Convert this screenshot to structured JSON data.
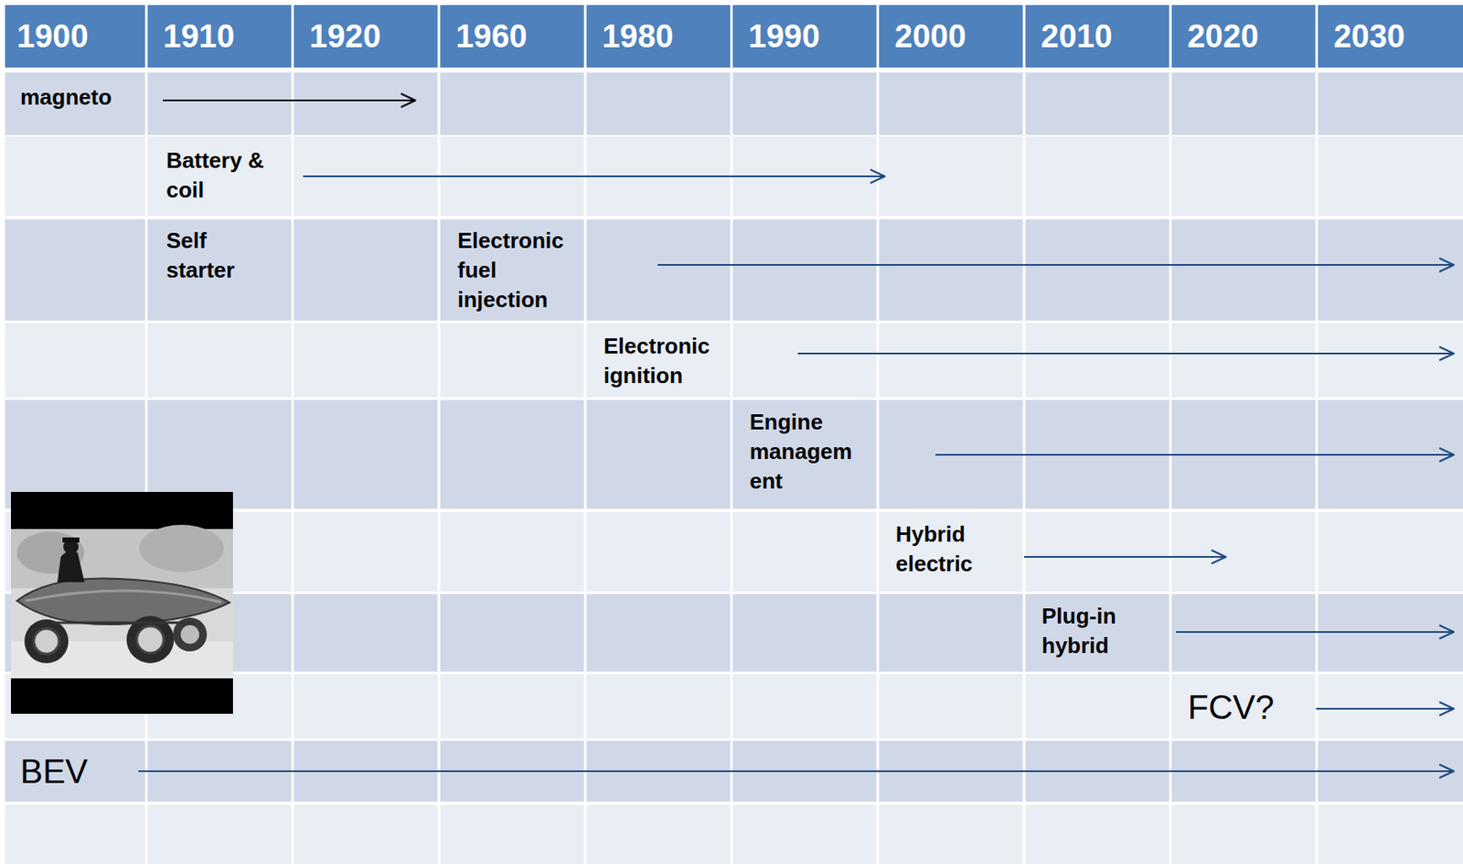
{
  "diagram": {
    "labels": [
      "1900",
      "1910",
      "1920",
      "1960",
      "1980",
      "1990",
      "2000",
      "2010",
      "2020",
      "2030",
      "magneto",
      "Battery & coil",
      "Self starter",
      "Electronic fuel injection",
      "Electronic ignition",
      "Engine managem ent",
      "Hybrid electric",
      "Plug-in hybrid",
      "FCV?",
      "BEV"
    ]
  }
}
